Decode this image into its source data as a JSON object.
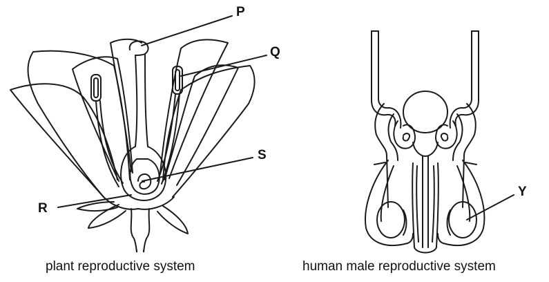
{
  "labels": {
    "p": "P",
    "q": "Q",
    "r": "R",
    "s": "S",
    "y": "Y"
  },
  "captions": {
    "plant": "plant reproductive system",
    "human": "human male reproductive system"
  }
}
